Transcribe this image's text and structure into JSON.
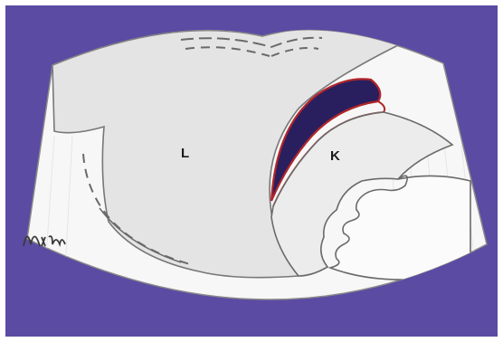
{
  "figure": {
    "labels": {
      "liver": "L",
      "kidney": "K"
    },
    "signature": "NKm",
    "colors": {
      "background": "#5b4ba3",
      "sector_fill": "#f7f7f7",
      "liver_fill": "#e4e4e4",
      "kidney_fill": "#ececec",
      "outline": "#6a6a6a",
      "fat_dark": "#2a1f5e",
      "capsule_red": "#b1262a"
    },
    "icons": {
      "signature": "signature-icon"
    }
  }
}
